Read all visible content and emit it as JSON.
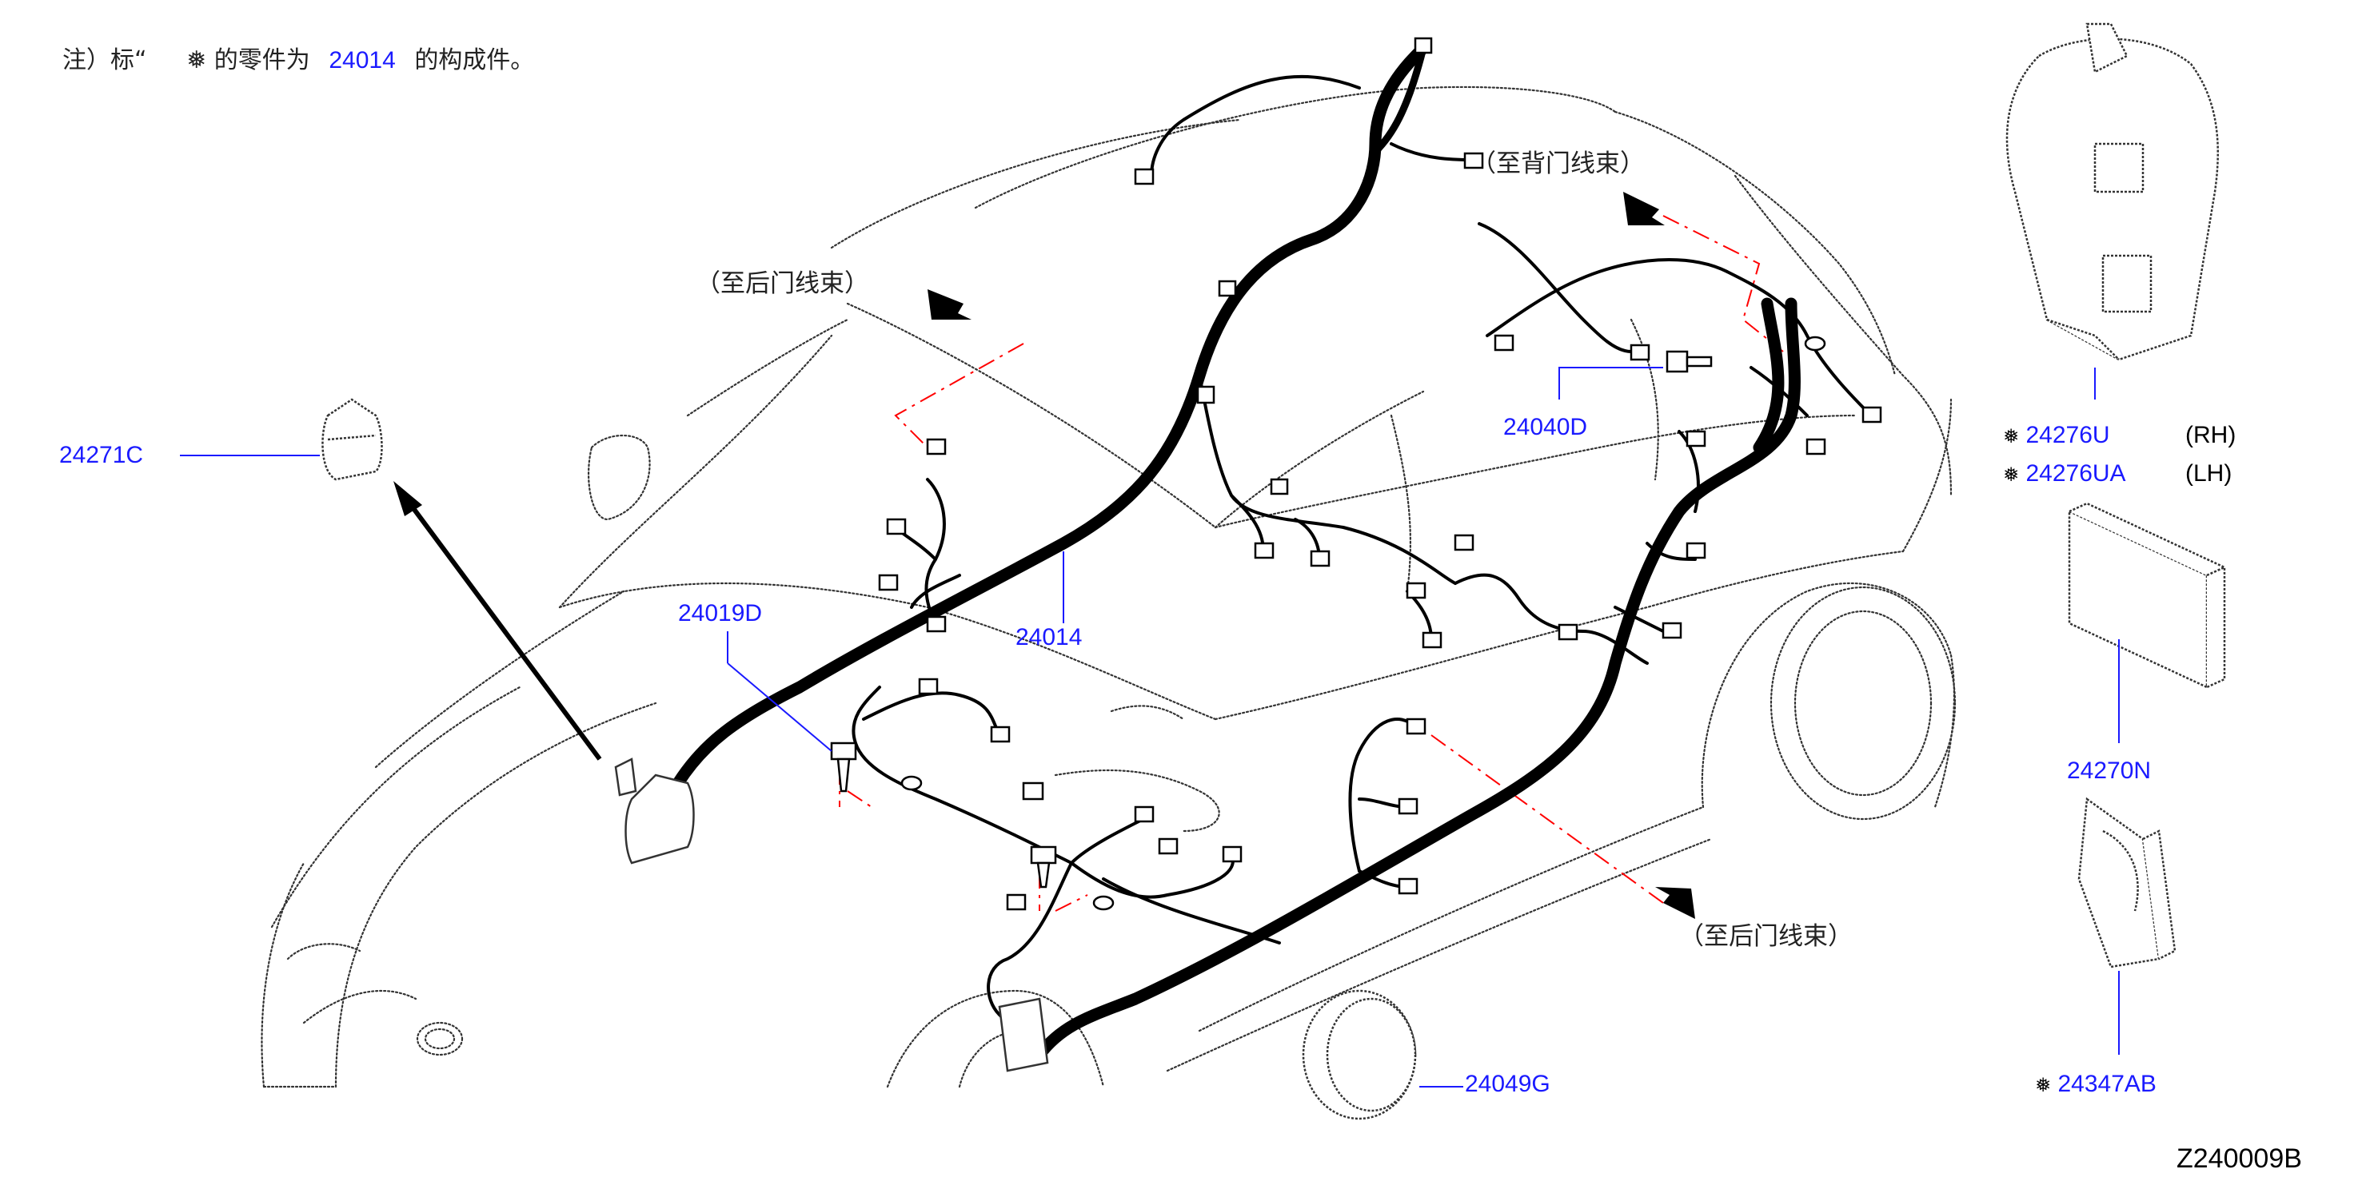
{
  "note": {
    "prefix": "注）标“",
    "symbol": "❅",
    "middle": "的零件为",
    "part": "24014",
    "suffix": "的构成件。"
  },
  "symbol": "❅",
  "callouts": {
    "p24271C": "24271C",
    "p24019D": "24019D",
    "p24014": "24014",
    "p24040D": "24040D",
    "p24276U": "24276U",
    "p24276UA": "24276UA",
    "p24270N": "24270N",
    "p24049G": "24049G",
    "p24347AB": "24347AB"
  },
  "sides": {
    "rh": "(RH)",
    "lh": "(LH)"
  },
  "directions": {
    "rear_door_top": "（至后门线束）",
    "back_door": "（至背门线束）",
    "rear_door_bottom": "（至后门线束）"
  },
  "diagram_code": "Z240009B",
  "colors": {
    "part_number": "#1a1aff",
    "leader_line": "#1a1aff",
    "harness": "#000000",
    "body_outline": "#333333",
    "centerline": "#ff0000"
  }
}
